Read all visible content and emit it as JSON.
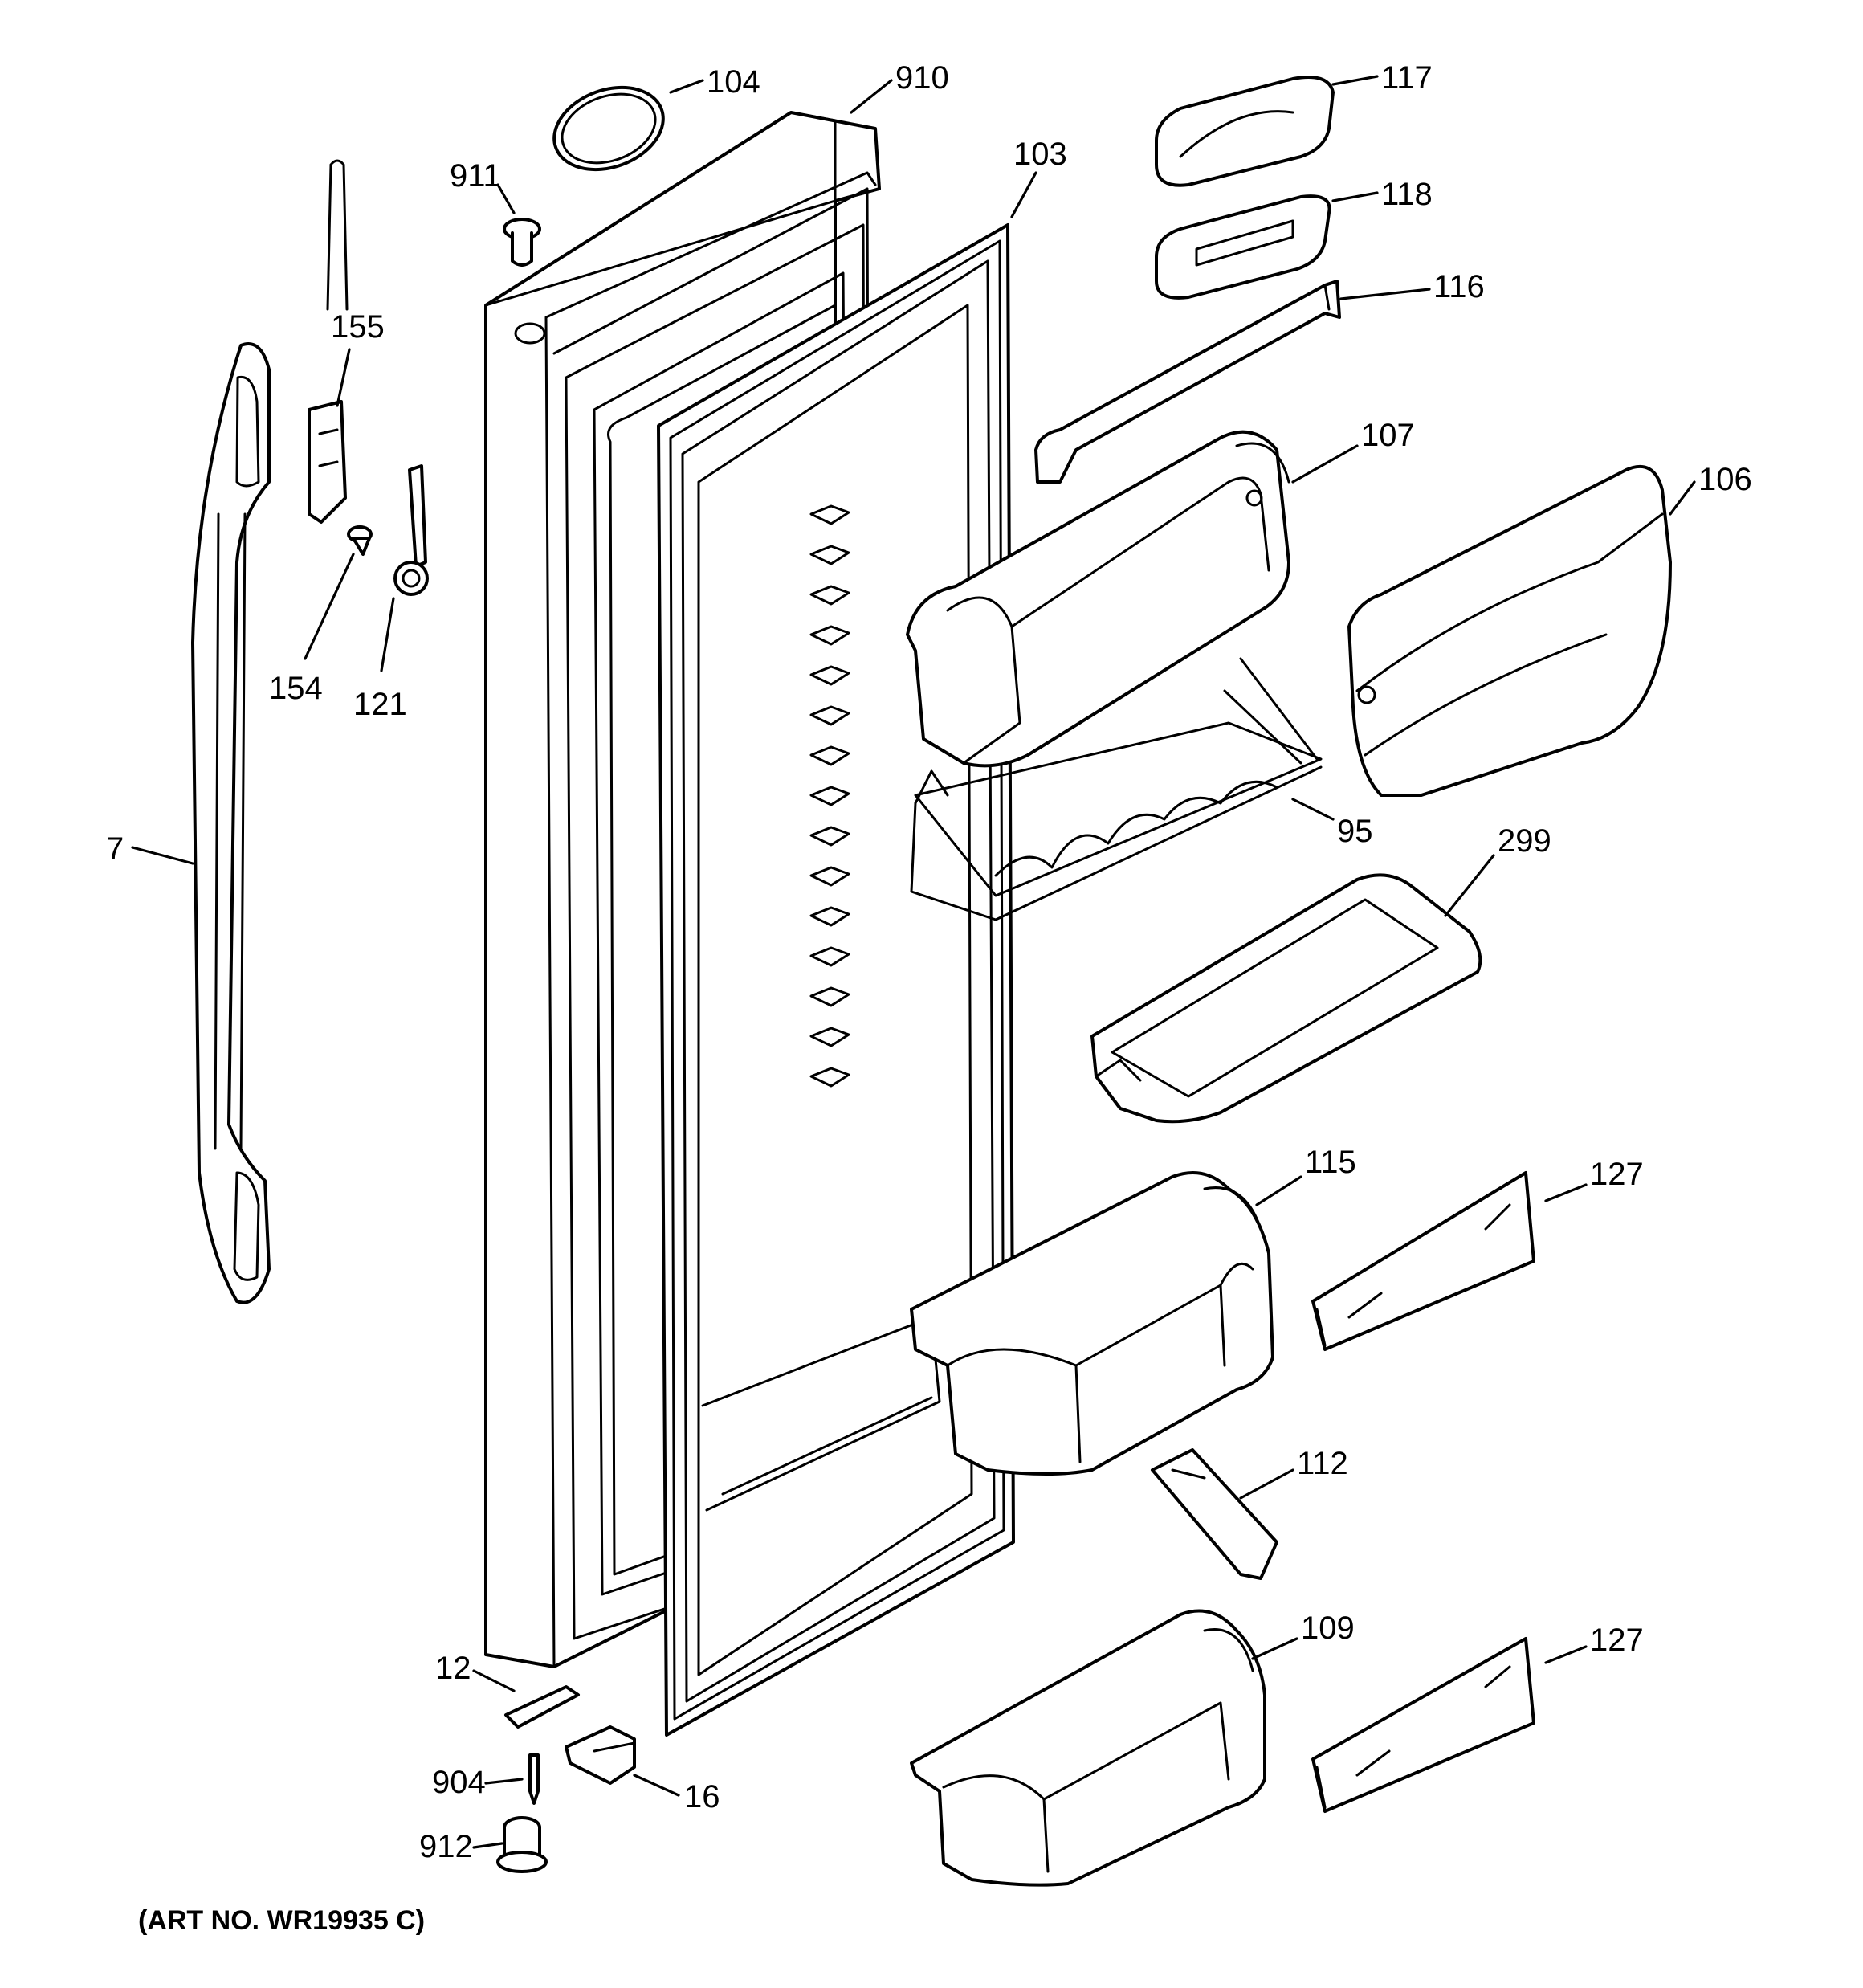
{
  "art_number": "(ART NO. WR19935 C)",
  "callouts": {
    "c104": "104",
    "c910": "910",
    "c911": "911",
    "c103": "103",
    "c117": "117",
    "c118": "118",
    "c116": "116",
    "c155": "155",
    "c107": "107",
    "c106": "106",
    "c154": "154",
    "c121": "121",
    "c7": "7",
    "c95": "95",
    "c299": "299",
    "c115": "115",
    "c127a": "127",
    "c112": "112",
    "c109": "109",
    "c127b": "127",
    "c12": "12",
    "c904": "904",
    "c16": "16",
    "c912": "912"
  }
}
